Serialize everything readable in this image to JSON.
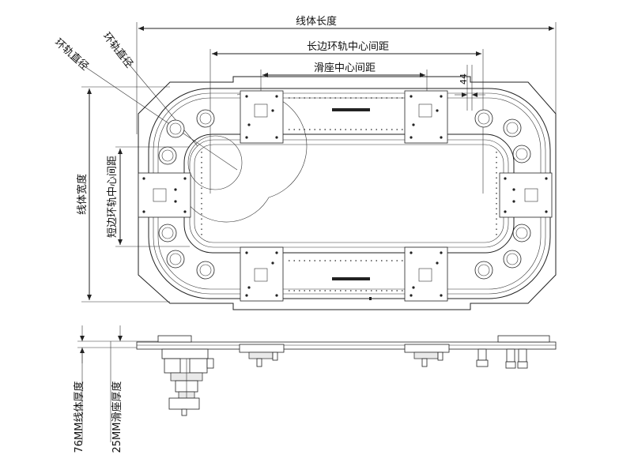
{
  "labels": {
    "line_length": "线体长度",
    "long_side_center_distance": "长边环轨中心间距",
    "slider_center_distance": "滑座中心间距",
    "dim_44": "44",
    "ring_diameter_1": "环轨直径",
    "ring_diameter_2": "环轨直径",
    "line_width": "线体宽度",
    "short_side_center_distance": "短边环轨中心间距",
    "line_thickness": "76MM线体厚度",
    "slider_thickness": "25MM滑座厚度"
  },
  "colors": {
    "line": "#222222",
    "fill": "#ffffff",
    "shade": "#e9e9e9"
  }
}
